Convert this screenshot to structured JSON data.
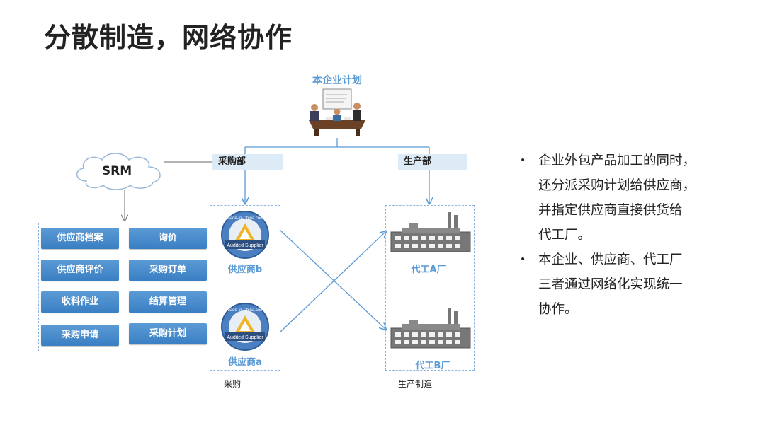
{
  "title": "分散制造，网络协作",
  "plan_label": "本企业计划",
  "departments": {
    "purchasing": "采购部",
    "production": "生产部"
  },
  "srm": {
    "label": "SRM",
    "buttons": [
      "供应商档案",
      "询价",
      "供应商评价",
      "采购订单",
      "收料作业",
      "结算管理",
      "采购申请",
      "采购计划"
    ]
  },
  "suppliers": {
    "b": "供应商b",
    "a": "供应商a"
  },
  "factories": {
    "a": "代工A厂",
    "b": "代工B厂"
  },
  "captions": {
    "purchasing": "采购",
    "production": "生产制造"
  },
  "bullets": [
    [
      "企业外包产品加工的同时，",
      "还分派采购计划给供应商，",
      "并指定供应商直接供货给",
      "代工厂。"
    ],
    [
      "本企业、供应商、代工厂",
      "三者通过网络化实现统一",
      "协作。"
    ]
  ],
  "badge_text": {
    "ring": "Made-in-China.com",
    "banner": "Audited Supplier"
  },
  "colors": {
    "accent": "#5b9bd5",
    "button": "#4a8fd0",
    "dept_bg": "#ddebf7",
    "factory": "#777777"
  }
}
